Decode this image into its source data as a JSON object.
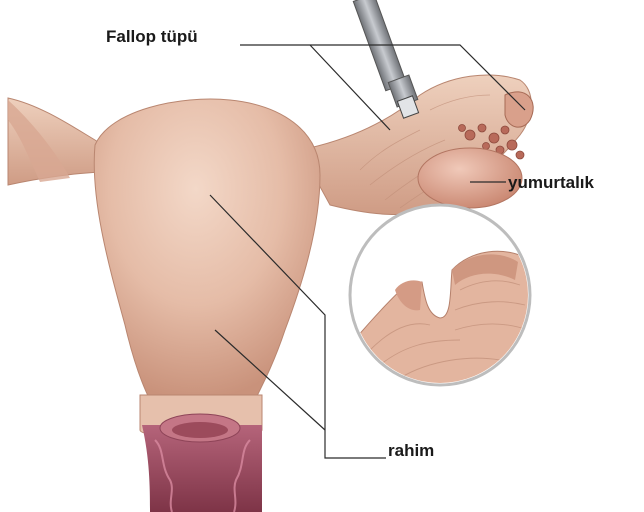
{
  "labels": {
    "fallopian_tube": "Fallop tüpü",
    "ovary": "yumurtalık",
    "uterus": "rahim"
  },
  "colors": {
    "tissue": "#e9c2ae",
    "tissue_shadow": "#c9927b",
    "fimbriae": "#b86a5a",
    "cervix_inner": "#9c4b5c",
    "leader_line": "#2b2b2b",
    "instrument": "#8a8d92"
  }
}
